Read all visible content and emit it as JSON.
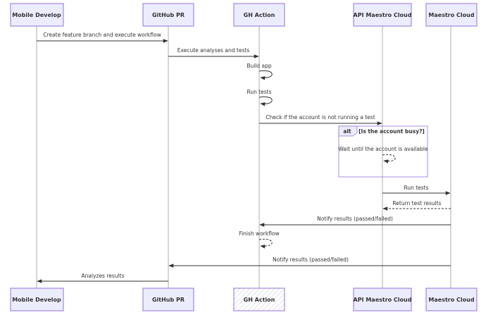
{
  "actors": [
    {
      "id": "mobile",
      "label": "Mobile Develop"
    },
    {
      "id": "github",
      "label": "GitHub PR"
    },
    {
      "id": "ghaction",
      "label": "GH Action"
    },
    {
      "id": "api",
      "label": "API Maestro Cloud"
    },
    {
      "id": "maestro",
      "label": "Maestro Cloud"
    }
  ],
  "messages": [
    {
      "text": "Create feature branch and execute workflow",
      "from": "mobile",
      "to": "github",
      "style": "solid"
    },
    {
      "text": "Execute analyses and tests",
      "from": "github",
      "to": "ghaction",
      "style": "solid"
    },
    {
      "text": "Build app",
      "from": "ghaction",
      "to": "ghaction",
      "style": "solid"
    },
    {
      "text": "Run tests",
      "from": "ghaction",
      "to": "ghaction",
      "style": "solid"
    },
    {
      "text": "Check if the account is not running a test",
      "from": "ghaction",
      "to": "api",
      "style": "solid"
    },
    {
      "text": "Wait until the account is available",
      "from": "api",
      "to": "api",
      "style": "dashed"
    },
    {
      "text": "Run tests",
      "from": "api",
      "to": "maestro",
      "style": "solid"
    },
    {
      "text": "Return test results",
      "from": "maestro",
      "to": "api",
      "style": "dashed"
    },
    {
      "text": "Notify results (passed/failed)",
      "from": "maestro",
      "to": "ghaction",
      "style": "solid"
    },
    {
      "text": "Finish workflow",
      "from": "ghaction",
      "to": "ghaction",
      "style": "dashed"
    },
    {
      "text": "Notify results (passed/failed)",
      "from": "maestro",
      "to": "github",
      "style": "solid"
    },
    {
      "text": "Analyzes results",
      "from": "github",
      "to": "mobile",
      "style": "solid"
    }
  ],
  "alt_block": {
    "keyword": "alt",
    "condition": "[Is the account busy?]"
  },
  "colors": {
    "actor_fill": "#ececff",
    "actor_stroke": "#9370db",
    "line": "#333333",
    "lifeline": "#999999"
  }
}
